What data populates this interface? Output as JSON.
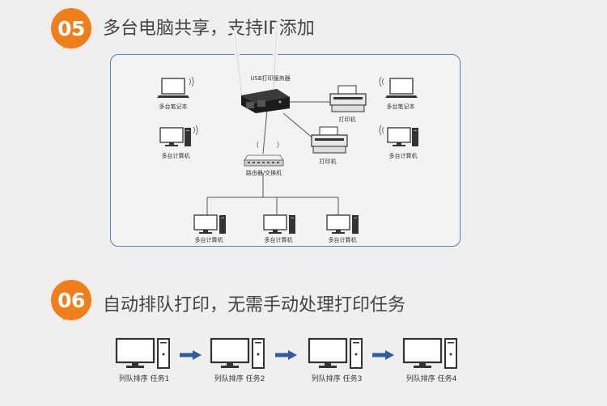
{
  "section1": {
    "number": "05",
    "title": "多台电脑共享，支持IP添加",
    "labels": {
      "server": "USB打印服务器",
      "laptop_left": "多台笔记本",
      "laptop_right": "多台笔记本",
      "pc_left": "多台计算机",
      "pc_right": "多台计算机",
      "printer_1": "打印机",
      "printer_2": "打印机",
      "router": "路由器/交换机",
      "pc_bottom_1": "多台计算机",
      "pc_bottom_2": "多台计算机",
      "pc_bottom_3": "多台计算机"
    }
  },
  "section2": {
    "number": "06",
    "title": "自动排队打印，无需手动处理打印任务",
    "queue": [
      {
        "label": "列队排序 任务1"
      },
      {
        "label": "列队排序 任务2"
      },
      {
        "label": "列队排序 任务3"
      },
      {
        "label": "列队排序 任务4"
      }
    ]
  },
  "colors": {
    "badge": "#f07f1b",
    "panel_border": "#5b7fb6",
    "arrow": "#2e5c9e",
    "background": "#efefef"
  }
}
